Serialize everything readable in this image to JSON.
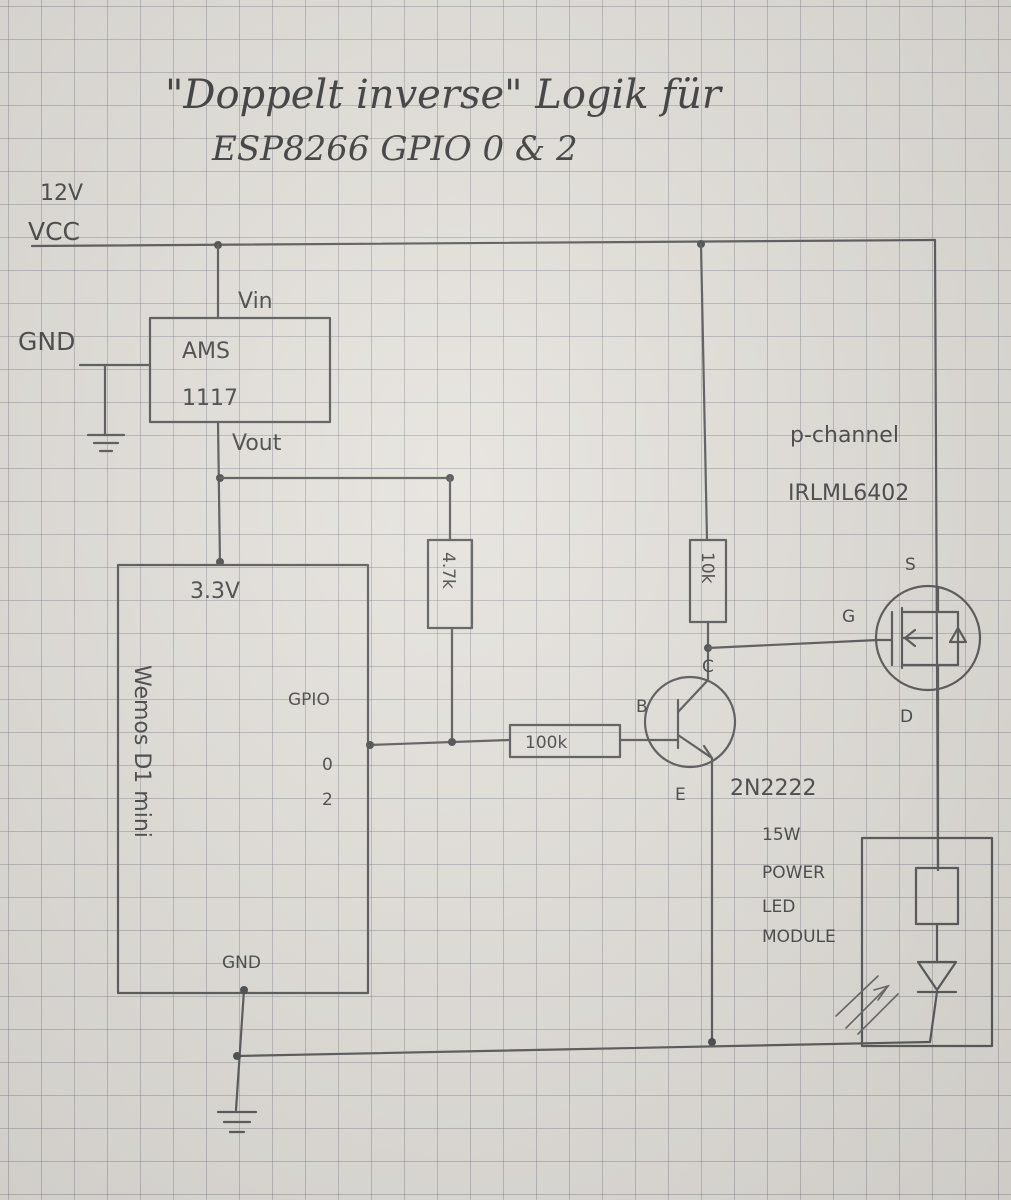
{
  "title": {
    "line1": "\"Doppelt inverse\" Logik für",
    "line2": "ESP8266 GPIO 0 & 2"
  },
  "supply": {
    "voltage": "12V",
    "vcc": "VCC",
    "gnd": "GND"
  },
  "regulator": {
    "name_line1": "AMS",
    "name_line2": "1117",
    "vin": "Vin",
    "vout": "Vout"
  },
  "mcu": {
    "name": "Wemos D1 mini",
    "pin_3v3": "3.3V",
    "pin_gpio": "GPIO",
    "pin_num_0": "0",
    "pin_num_2": "2",
    "pin_gnd": "GND"
  },
  "resistors": {
    "pullup": "4.7k",
    "base": "100k",
    "collector": "10k"
  },
  "transistor": {
    "name": "2N2222",
    "b": "B",
    "c": "C",
    "e": "E"
  },
  "mosfet": {
    "type": "p-channel",
    "name": "IRLML6402",
    "s": "S",
    "g": "G",
    "d": "D"
  },
  "led_module": {
    "line1": "15W",
    "line2": "POWER",
    "line3": "LED",
    "line4": "MODULE"
  }
}
